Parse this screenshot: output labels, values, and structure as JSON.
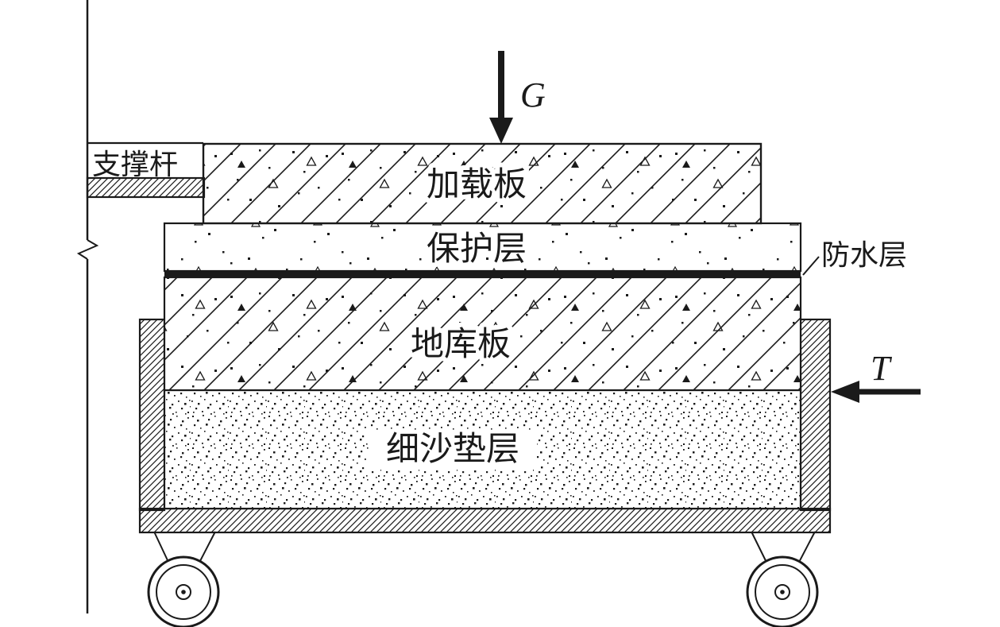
{
  "diagram": {
    "labels": {
      "support_rod": "支撑杆",
      "load_force": "G",
      "loading_plate": "加载板",
      "protection_layer": "保护层",
      "waterproof_layer": "防水层",
      "basement_slab": "地库板",
      "horizontal_force": "T",
      "sand_cushion": "细沙垫层"
    },
    "colors": {
      "ink": "#1a1a1a",
      "background": "#ffffff"
    }
  }
}
